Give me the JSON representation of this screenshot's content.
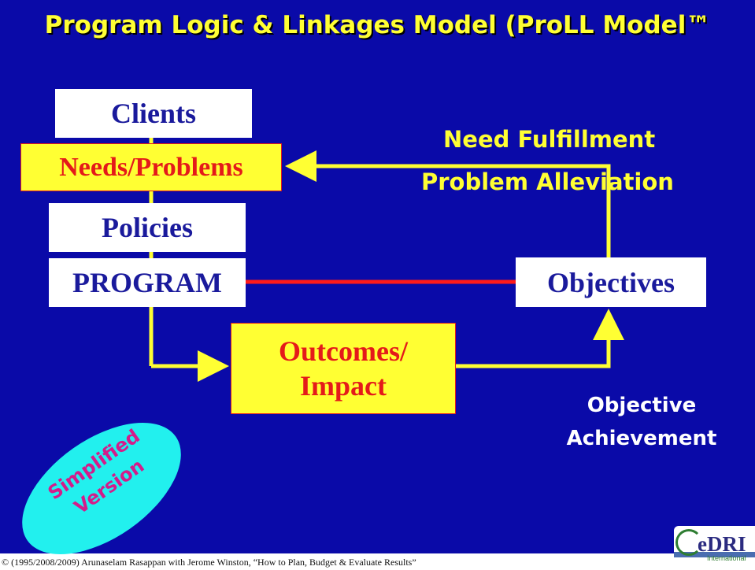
{
  "title": "Program Logic & Linkages Model (ProLL Model™",
  "boxes": {
    "clients": "Clients",
    "needs_problems": "Needs/Problems",
    "policies": "Policies",
    "program": "PROGRAM",
    "objectives": "Objectives",
    "outcomes_line1": "Outcomes/",
    "outcomes_line2": "Impact"
  },
  "labels": {
    "need_fulfillment": "Need Fulfillment",
    "problem_alleviation": "Problem Alleviation",
    "objective_achievement_line1": "Objective",
    "objective_achievement_line2": "Achievement"
  },
  "badge": {
    "line1": "Simplified",
    "line2": "Version"
  },
  "footer": "© (1995/2008/2009) Arunaselam Rasappan with Jerome Winston, “How to Plan, Budget & Evaluate Results”",
  "logo": {
    "text": "eDRI",
    "sub": "International"
  },
  "colors": {
    "background": "#0a0aa8",
    "title": "#ffff33",
    "box_text": "#1a1a9c",
    "highlight_box": "#ffff33",
    "highlight_text": "#e41a1a",
    "connector": "#ffff33",
    "link_line": "#ff1a1a",
    "badge": "#22f0ee",
    "badge_text": "#d41c8a"
  }
}
